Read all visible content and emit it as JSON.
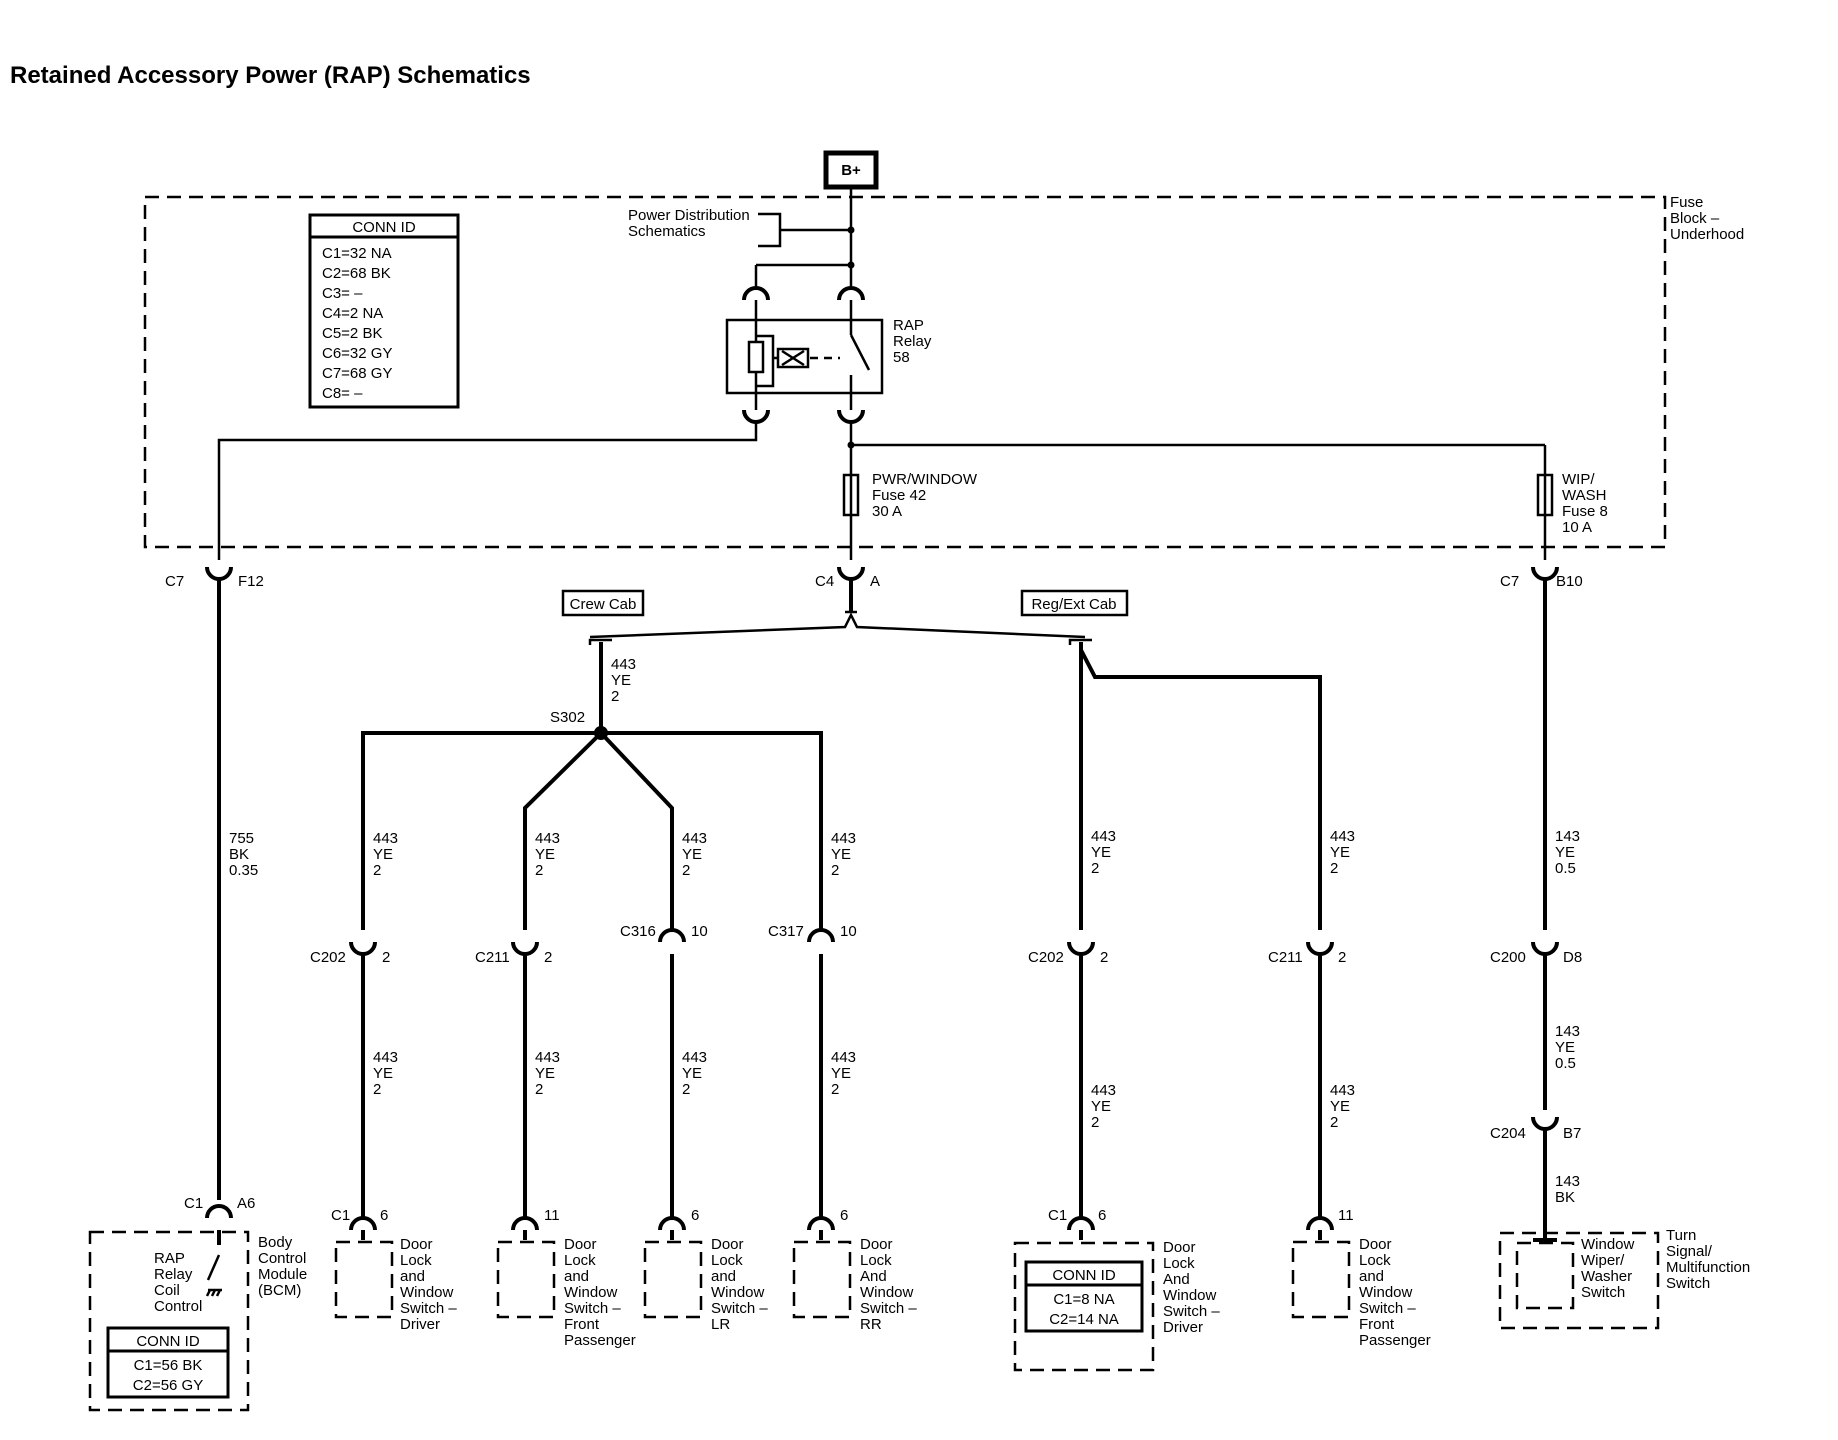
{
  "title": "Retained Accessory Power (RAP) Schematics",
  "battery": "B+",
  "fuse_block": {
    "lines": [
      "Fuse",
      "Block –",
      "Underhood"
    ]
  },
  "power_dist": {
    "lines": [
      "Power Distribution",
      "Schematics"
    ]
  },
  "conn_table_main": {
    "header": "CONN ID",
    "rows": [
      "C1=32 NA",
      "C2=68 BK",
      "C3= –",
      "C4=2 NA",
      "C5=2 BK",
      "C6=32 GY",
      "C7=68 GY",
      "C8= –"
    ]
  },
  "relay": {
    "lines": [
      "RAP",
      "Relay",
      "58"
    ]
  },
  "fuse_42": {
    "lines": [
      "PWR/WINDOW",
      "Fuse 42",
      "30 A"
    ]
  },
  "fuse_8": {
    "lines": [
      "WIP/",
      "WASH",
      "Fuse 8",
      "10 A"
    ]
  },
  "options": {
    "crew_cab": "Crew Cab",
    "reg_ext_cab": "Reg/Ext Cab"
  },
  "splice": "S302",
  "wire_443": [
    "443",
    "YE",
    "2"
  ],
  "wire_755": [
    "755",
    "BK",
    "0.35"
  ],
  "wire_143": [
    "143",
    "YE",
    "0.5"
  ],
  "wire_143bk": [
    "143",
    "BK"
  ],
  "connectors": {
    "c7_f12": {
      "name": "C7",
      "pin": "F12"
    },
    "c4_a": {
      "name": "C4",
      "pin": "A"
    },
    "c7_b10": {
      "name": "C7",
      "pin": "B10"
    },
    "c202_a": {
      "name": "C202",
      "pin": "2"
    },
    "c211_a": {
      "name": "C211",
      "pin": "2"
    },
    "c316": {
      "name": "C316",
      "pin": "10"
    },
    "c317": {
      "name": "C317",
      "pin": "10"
    },
    "c202_b": {
      "name": "C202",
      "pin": "2"
    },
    "c211_b": {
      "name": "C211",
      "pin": "2"
    },
    "c200": {
      "name": "C200",
      "pin": "D8"
    },
    "c204": {
      "name": "C204",
      "pin": "B7"
    },
    "c1_a6": {
      "name": "C1",
      "pin": "A6"
    },
    "c1_6_a": {
      "name": "C1",
      "pin": "6"
    },
    "pin_11_a": {
      "pin": "11"
    },
    "pin_6_lr": {
      "pin": "6"
    },
    "pin_6_rr": {
      "pin": "6"
    },
    "c1_6_b": {
      "name": "C1",
      "pin": "6"
    },
    "pin_11_b": {
      "pin": "11"
    }
  },
  "bcm": {
    "lines": [
      "Body",
      "Control",
      "Module",
      "(BCM)"
    ],
    "inner": [
      "RAP",
      "Relay",
      "Coil",
      "Control"
    ],
    "conn": {
      "header": "CONN ID",
      "rows": [
        "C1=56 BK",
        "C2=56 GY"
      ]
    }
  },
  "switches": {
    "driver_crew": [
      "Door",
      "Lock",
      "and",
      "Window",
      "Switch –",
      "Driver"
    ],
    "front_pass_crew": [
      "Door",
      "Lock",
      "and",
      "Window",
      "Switch –",
      "Front",
      "Passenger"
    ],
    "lr": [
      "Door",
      "Lock",
      "and",
      "Window",
      "Switch –",
      "LR"
    ],
    "rr": [
      "Door",
      "Lock",
      "And",
      "Window",
      "Switch –",
      "RR"
    ],
    "driver_reg": [
      "Door",
      "Lock",
      "And",
      "Window",
      "Switch –",
      "Driver"
    ],
    "driver_reg_conn": {
      "header": "CONN ID",
      "rows": [
        "C1=8 NA",
        "C2=14 NA"
      ]
    },
    "front_pass_reg": [
      "Door",
      "Lock",
      "and",
      "Window",
      "Switch –",
      "Front",
      "Passenger"
    ],
    "wiper": [
      "Window",
      "Wiper/",
      "Washer",
      "Switch"
    ],
    "turn_signal": [
      "Turn",
      "Signal/",
      "Multifunction",
      "Switch"
    ]
  }
}
